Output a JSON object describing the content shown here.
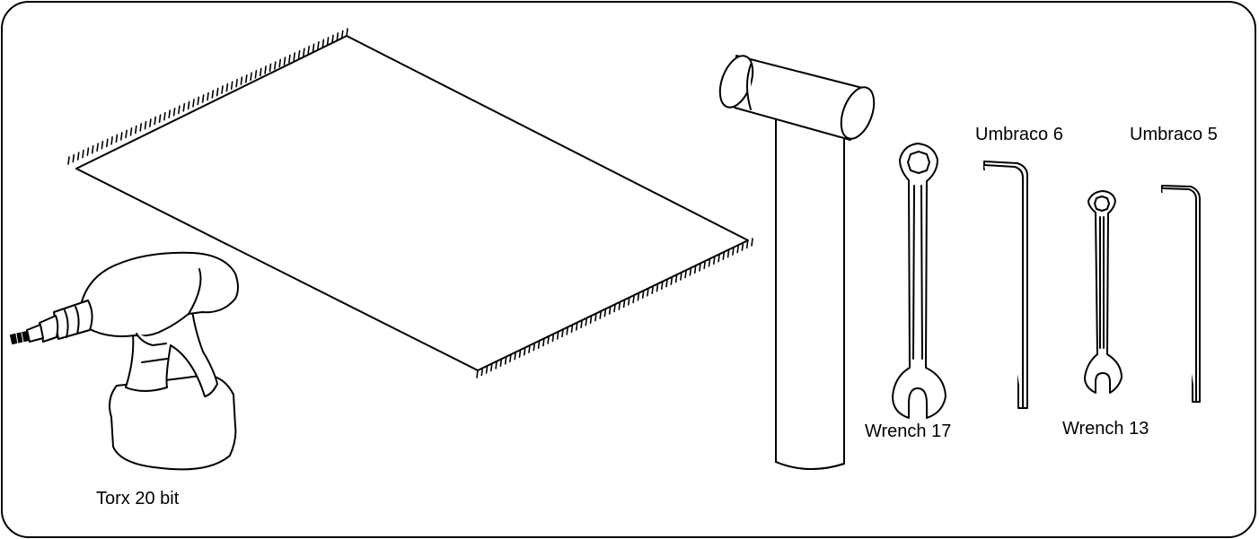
{
  "labels": {
    "torx": "Torx 20 bit",
    "wrench17": "Wrench 17",
    "wrench13": "Wrench 13",
    "umbraco6": "Umbraco 6",
    "umbraco5": "Umbraco 5"
  },
  "colors": {
    "stroke": "#000000",
    "background": "#ffffff"
  },
  "icons": [
    "mat-icon",
    "drill-icon",
    "mallet-icon",
    "wrench-17-icon",
    "wrench-13-icon",
    "hex-key-6-icon",
    "hex-key-5-icon"
  ]
}
